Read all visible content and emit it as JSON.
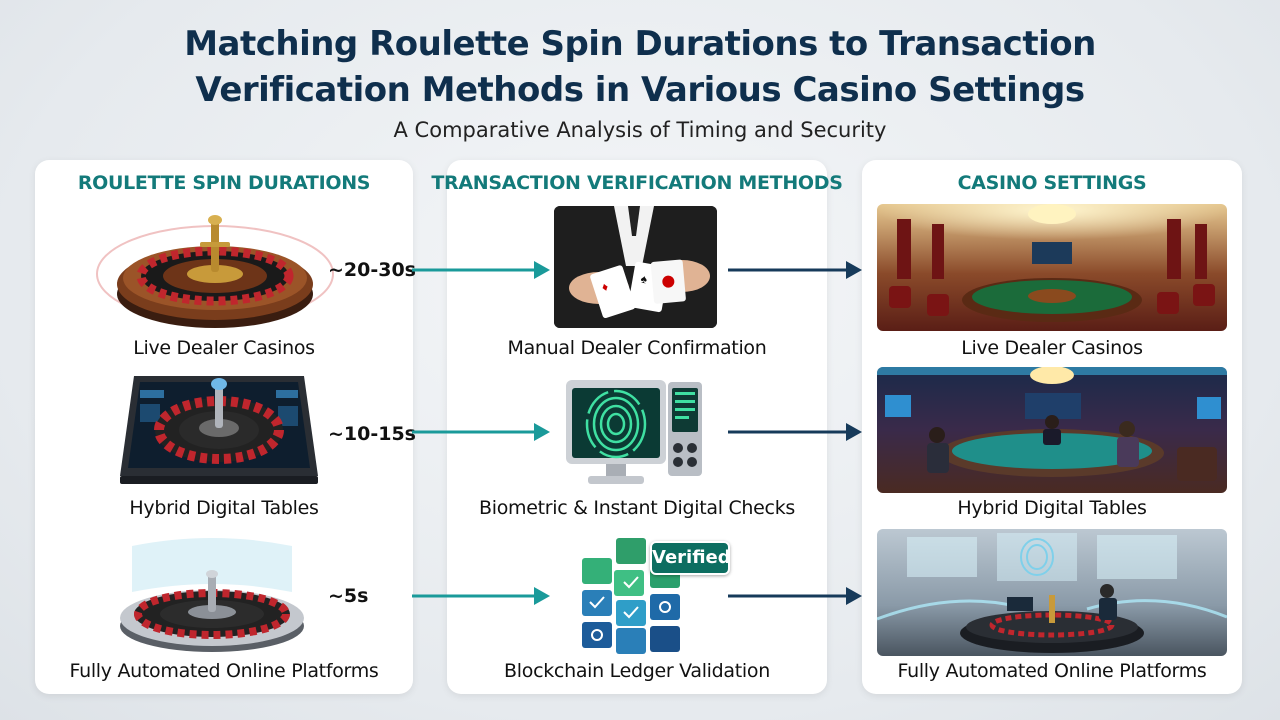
{
  "title_line1": "Matching Roulette Spin Durations to Transaction",
  "title_line2": "Verification Methods in Various Casino Settings",
  "subtitle": "A Comparative Analysis of Timing and Security",
  "columns": {
    "spin": "ROULETTE SPIN DURATIONS",
    "verification": "TRANSACTION VERIFICATION METHODS",
    "settings": "CASINO SETTINGS"
  },
  "rows": [
    {
      "spin_label": "Live Dealer Casinos",
      "duration": "~20-30s",
      "method": "Manual Dealer Confirmation",
      "setting": "Live Dealer Casinos"
    },
    {
      "spin_label": "Hybrid Digital Tables",
      "duration": "~10-15s",
      "method": "Biometric & Instant Digital Checks",
      "setting": "Hybrid Digital Tables"
    },
    {
      "spin_label": "Fully Automated Online Platforms",
      "duration": "~5s",
      "method": "Blockchain Ledger Validation",
      "setting": "Fully Automated Online Platforms",
      "badge": "Verified"
    }
  ],
  "colors": {
    "title": "#0f2f4d",
    "column_heading": "#137a7a",
    "teal_arrow": "#1a9a9a",
    "navy_arrow": "#163a5a"
  },
  "icons": [
    "roulette-wheel-icon",
    "cards-hands-icon",
    "fingerprint-monitor-icon",
    "blockchain-cubes-icon"
  ]
}
